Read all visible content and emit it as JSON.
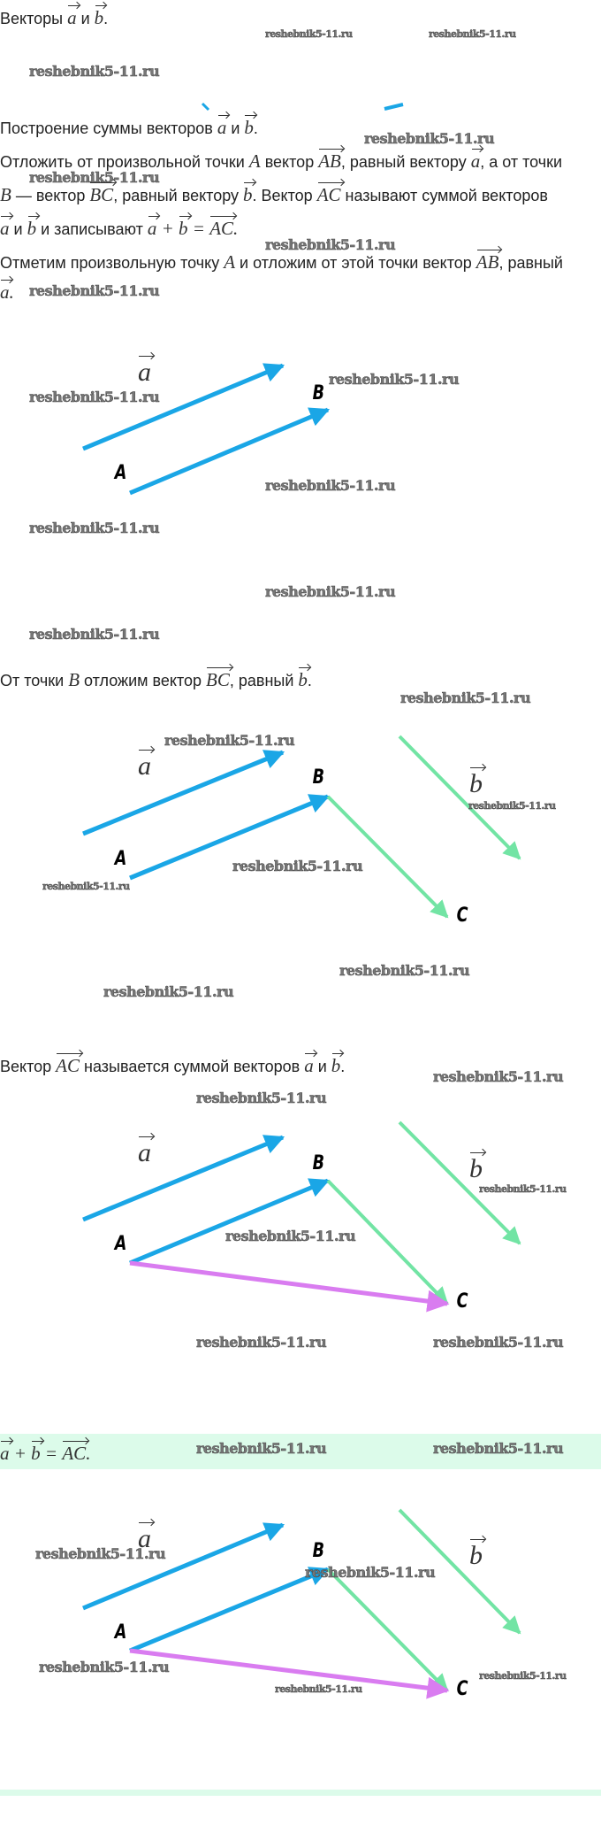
{
  "watermark": "reshebnik5-11.ru",
  "colors": {
    "vector_a": "#1aa6e6",
    "vector_b": "#72e4a4",
    "sum": "#d97cf0",
    "band": "#dcfbea"
  },
  "lines": {
    "intro": [
      {
        "t": "Векторы "
      },
      {
        "v": "a"
      },
      {
        "t": " и "
      },
      {
        "v": "b"
      },
      {
        "t": "."
      }
    ],
    "construction_title": [
      {
        "t": "Построение суммы векторов "
      },
      {
        "v": "a"
      },
      {
        "t": " и "
      },
      {
        "v": "b"
      },
      {
        "t": "."
      }
    ],
    "rule_1": [
      {
        "t": "Отложить от произвольной точки "
      },
      {
        "m": "A"
      },
      {
        "t": " вектор "
      },
      {
        "v": "AB"
      },
      {
        "t": ", равный вектору "
      },
      {
        "v": "a"
      },
      {
        "t": ", а от точки"
      }
    ],
    "rule_2": [
      {
        "m": "B"
      },
      {
        "t": " — вектор "
      },
      {
        "v": "BC"
      },
      {
        "t": ", равный вектору "
      },
      {
        "v": "b"
      },
      {
        "t": ". Вектор "
      },
      {
        "v": "AC"
      },
      {
        "t": " называют суммой векторов"
      }
    ],
    "rule_3": [
      {
        "v": "a"
      },
      {
        "t": " и "
      },
      {
        "v": "b"
      },
      {
        "t": " и записывают "
      },
      {
        "v": "a"
      },
      {
        "m": " + "
      },
      {
        "v": "b"
      },
      {
        "m": " = "
      },
      {
        "v": "AC"
      },
      {
        "m": "."
      }
    ],
    "step_1a": [
      {
        "t": "Отметим произвольную точку "
      },
      {
        "m": "A"
      },
      {
        "t": " и отложим от этой точки вектор "
      },
      {
        "v": "AB"
      },
      {
        "t": ", равный"
      }
    ],
    "step_1b": [
      {
        "v": "a"
      },
      {
        "m": "."
      }
    ],
    "step_2": [
      {
        "t": "От точки "
      },
      {
        "m": "B"
      },
      {
        "t": " отложим вектор "
      },
      {
        "v": "BC"
      },
      {
        "t": ", равный "
      },
      {
        "v": "b"
      },
      {
        "t": "."
      }
    ],
    "step_3": [
      {
        "t": "Вектор "
      },
      {
        "v": "AC"
      },
      {
        "t": " называется суммой векторов "
      },
      {
        "v": "a"
      },
      {
        "t": " и "
      },
      {
        "v": "b"
      },
      {
        "t": "."
      }
    ],
    "result": [
      {
        "v": "a"
      },
      {
        "m": " + "
      },
      {
        "v": "b"
      },
      {
        "m": " = "
      },
      {
        "v": "AC"
      },
      {
        "m": "."
      }
    ]
  },
  "figure": {
    "vec_a": "a",
    "vec_b": "b",
    "point_a": "A",
    "point_b": "B",
    "point_c": "C"
  }
}
